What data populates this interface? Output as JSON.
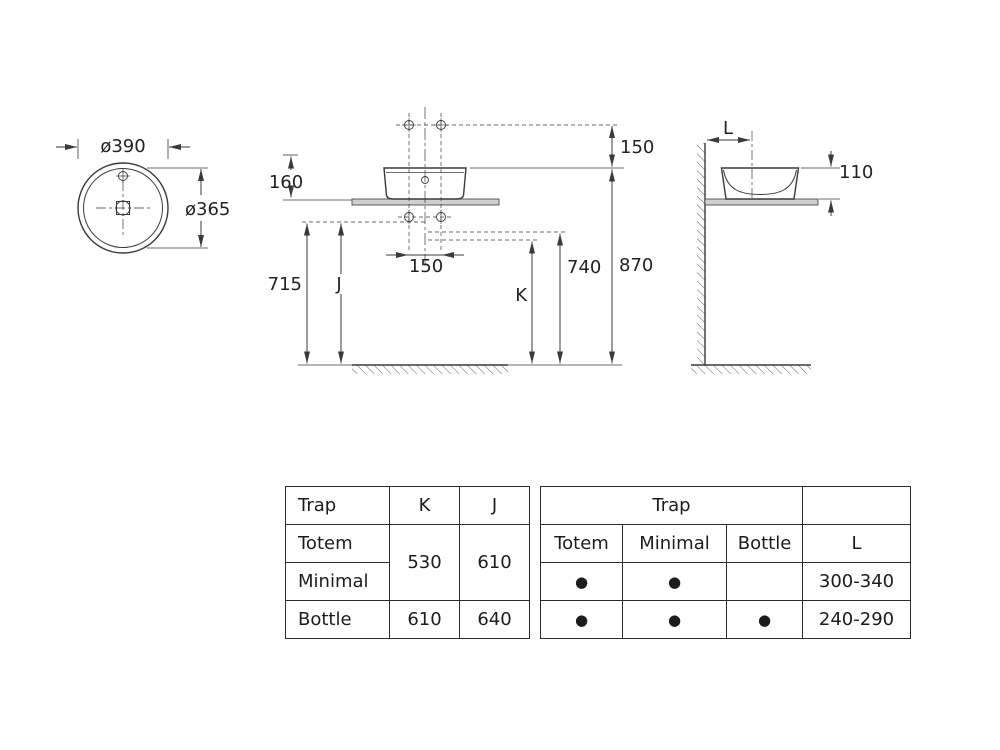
{
  "drawing": {
    "top_view": {
      "outer_diameter": "ø390",
      "inner_diameter": "ø365"
    },
    "front_view": {
      "rim_to_deck": "160",
      "deck_to_fixings": "150",
      "fixing_spacing": "150",
      "dim_715": "715",
      "label_j": "J",
      "label_k": "K",
      "dim_740": "740",
      "dim_870": "870"
    },
    "side_view": {
      "label_l": "L",
      "dim_110": "110"
    }
  },
  "kj_table": {
    "col_trap": "Trap",
    "col_k": "K",
    "col_j": "J",
    "row_totem": "Totem",
    "row_minimal": "Minimal",
    "row_bottle": "Bottle",
    "totem_minimal_k": "530",
    "totem_minimal_j": "610",
    "bottle_k": "610",
    "bottle_j": "640"
  },
  "trap_table": {
    "header": "Trap",
    "col_totem": "Totem",
    "col_minimal": "Minimal",
    "col_bottle": "Bottle",
    "col_l": "L",
    "rows": [
      {
        "totem": "●",
        "minimal": "●",
        "bottle": "",
        "l": "300-340"
      },
      {
        "totem": "●",
        "minimal": "●",
        "bottle": "●",
        "l": "240-290"
      }
    ]
  }
}
